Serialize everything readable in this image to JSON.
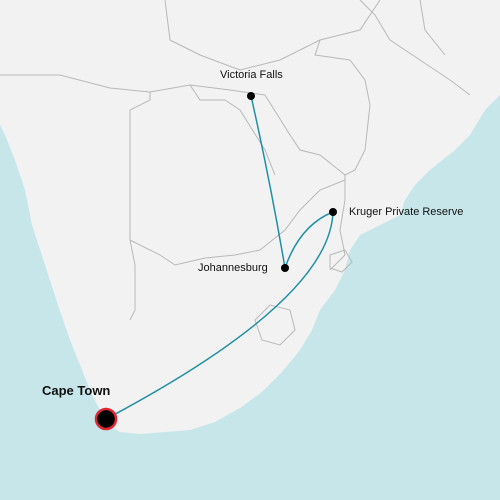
{
  "map": {
    "colors": {
      "ocean": "#c6e6ea",
      "land": "#f2f2f2",
      "border": "#b8b8b8",
      "route": "#1f8fa6",
      "stop": "#000000",
      "origin_ring": "#e0262f"
    },
    "locations": [
      {
        "id": "victoria-falls",
        "name": "Victoria Falls",
        "marker": "dot"
      },
      {
        "id": "johannesburg",
        "name": "Johannesburg",
        "marker": "dot"
      },
      {
        "id": "kruger",
        "name": "Kruger Private Reserve",
        "marker": "dot"
      },
      {
        "id": "cape-town",
        "name": "Cape Town",
        "marker": "origin",
        "emphasis": true
      }
    ],
    "route": [
      [
        "victoria-falls",
        "johannesburg"
      ],
      [
        "johannesburg",
        "kruger"
      ],
      [
        "kruger",
        "cape-town"
      ]
    ]
  }
}
